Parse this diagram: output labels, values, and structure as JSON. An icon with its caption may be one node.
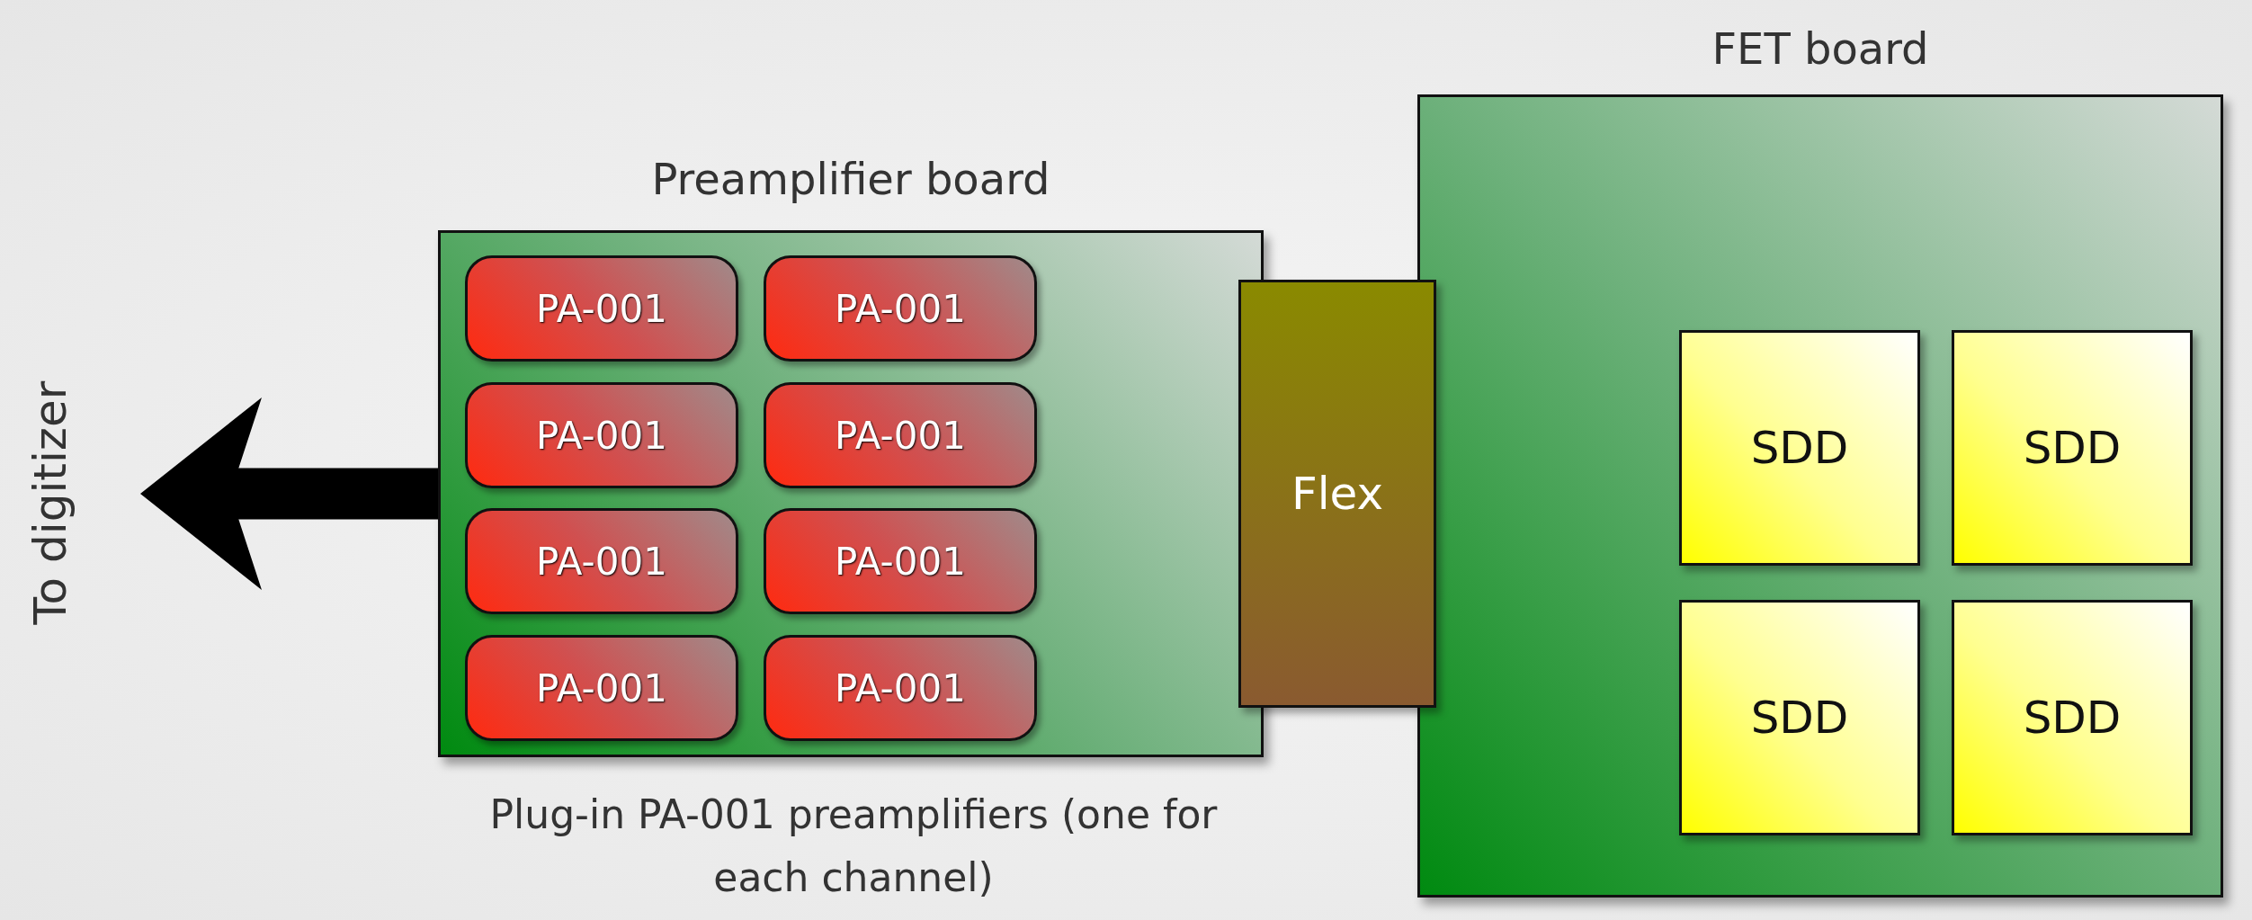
{
  "diagram": {
    "nodes": [
      {
        "text": [
          "FET board"
        ]
      },
      {
        "text": [
          "Preamplifier board"
        ],
        "beside": [
          "Plug-in PA-001 preamplifiers (one for each channel)"
        ]
      },
      {
        "text": [
          "PA-001"
        ],
        "in": 1
      },
      {
        "text": [
          "PA-001"
        ],
        "in": 1
      },
      {
        "text": [
          "PA-001"
        ],
        "in": 1
      },
      {
        "text": [
          "PA-001"
        ],
        "in": 1
      },
      {
        "text": [
          "PA-001"
        ],
        "in": 1
      },
      {
        "text": [
          "PA-001"
        ],
        "in": 1
      },
      {
        "text": [
          "PA-001"
        ],
        "in": 1
      },
      {
        "text": [
          "PA-001"
        ],
        "in": 1
      },
      {
        "text": [
          "Flex"
        ]
      },
      {
        "text": [
          "SDD"
        ],
        "in": 0
      },
      {
        "text": [
          "SDD"
        ],
        "in": 0
      },
      {
        "text": [
          "SDD"
        ],
        "in": 0
      },
      {
        "text": [
          "SDD"
        ],
        "in": 0
      },
      {
        "text": [
          "To digitizer"
        ]
      }
    ],
    "edges": [
      {
        "from": 1,
        "to": 15,
        "arrow": "to"
      }
    ]
  }
}
